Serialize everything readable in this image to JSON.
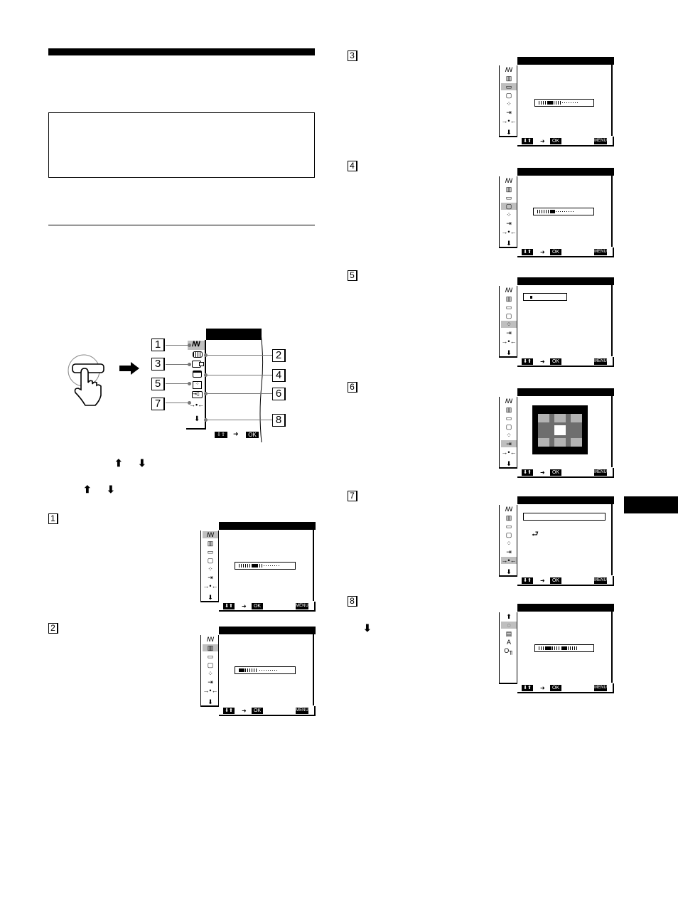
{
  "page": {
    "side_tab_color": "#000000",
    "osd_highlight_color": "#bfbfbf"
  },
  "overview": {
    "step_labels": [
      "1",
      "2",
      "3",
      "4",
      "5",
      "6",
      "7",
      "8"
    ],
    "menu_icons": [
      "picture-adjust",
      "color",
      "geometry-size",
      "convergence",
      "landing",
      "zoom-position",
      "reset",
      "next-page"
    ],
    "footer": {
      "nav": "⇩⇧",
      "arrow": "➜",
      "ok": "OK"
    }
  },
  "body_arrows": {
    "line1": [
      "⬆",
      "⬇"
    ],
    "line2": [
      "⬆",
      "⬇"
    ]
  },
  "steps": [
    {
      "num": "1",
      "selected": 0,
      "bar": "slider"
    },
    {
      "num": "2",
      "selected": 1,
      "bar": "slider"
    },
    {
      "num": "3",
      "selected": 2,
      "bar": "slider"
    },
    {
      "num": "4",
      "selected": 3,
      "bar": "slider"
    },
    {
      "num": "5",
      "selected": 4,
      "bar": "input"
    },
    {
      "num": "6",
      "selected": 5,
      "bar": "grid"
    },
    {
      "num": "7",
      "selected": 6,
      "bar": "reset"
    },
    {
      "num": "8",
      "selected": 1,
      "bar": "slider",
      "page2": true
    }
  ],
  "osd_icons": {
    "page1": [
      "ꟿ",
      "▥",
      "▭",
      "▢",
      "⁘",
      "⇥",
      "→•←",
      "⬇"
    ],
    "page2": [
      "⬆",
      "◌",
      "▤",
      "A",
      "O╖"
    ]
  },
  "osd_footer": {
    "nav": "⬇⬆",
    "arrow": "➜",
    "ok": "OK",
    "menu": "MENU"
  },
  "step8_arrow": "⬇",
  "step7_return_icon": "⮐"
}
